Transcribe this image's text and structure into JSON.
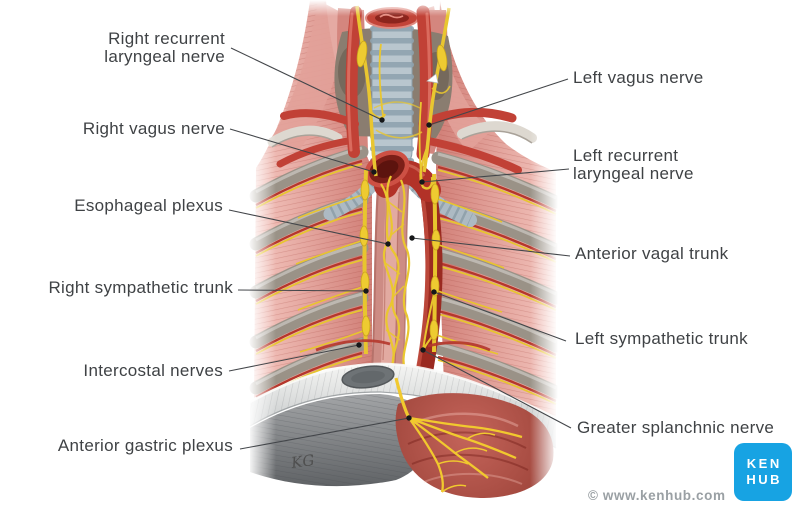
{
  "palette": {
    "page_bg": "#ffffff",
    "label_text": "#3f4245",
    "leader_line": "#43464a",
    "copyright_gray": "#9aa0a4",
    "brand_blue": "#17a3e3",
    "logo_text": "#ffffff",
    "nerve_yellow": "#e9c52f",
    "artery_red": "#b5372c",
    "muscle_pink": "#dd9890",
    "bone_gray": "#9a9288"
  },
  "figure": {
    "labels": {
      "right_recurrent_laryngeal_nerve": "Right recurrent laryngeal nerve",
      "right_vagus_nerve": "Right vagus nerve",
      "esophageal_plexus": "Esophageal plexus",
      "right_sympathetic_trunk": "Right sympathetic trunk",
      "intercostal_nerves": "Intercostal nerves",
      "anterior_gastric_plexus": "Anterior gastric plexus",
      "left_vagus_nerve": "Left vagus nerve",
      "left_recurrent_laryngeal_nerve": "Left recurrent laryngeal nerve",
      "anterior_vagal_trunk": "Anterior vagal trunk",
      "left_sympathetic_trunk": "Left sympathetic trunk",
      "greater_splanchnic_nerve": "Greater splanchnic nerve"
    },
    "signature": "KG"
  },
  "footer": {
    "copyright": "© www.kenhub.com"
  },
  "logo": {
    "line1": "KEN",
    "line2": "HUB"
  }
}
